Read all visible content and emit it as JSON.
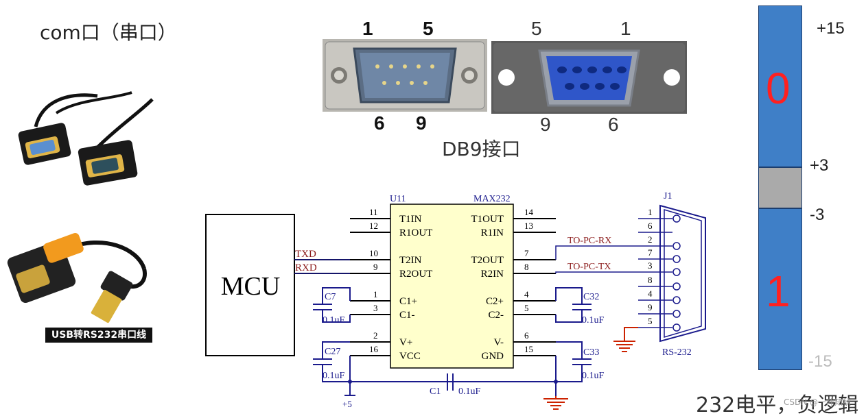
{
  "title": "com口（串口）",
  "db9": {
    "male_pins": {
      "tl": "1",
      "tr": "5",
      "bl": "6",
      "br": "9"
    },
    "female_pins": {
      "tl": "5",
      "tr": "1",
      "bl": "9",
      "br": "6"
    },
    "label": "DB9接口"
  },
  "usb_caption": "USB转RS232串口线",
  "schematic": {
    "mcu": "MCU",
    "chip_ref": "U11",
    "chip_name": "MAX232",
    "left_pins": [
      {
        "num": "11",
        "name": "T1IN"
      },
      {
        "num": "12",
        "name": "R1OUT"
      },
      {
        "num": "10",
        "name": "T2IN"
      },
      {
        "num": "9",
        "name": "R2OUT"
      },
      {
        "num": "1",
        "name": "C1+"
      },
      {
        "num": "3",
        "name": "C1-"
      },
      {
        "num": "2",
        "name": "V+"
      },
      {
        "num": "16",
        "name": "VCC"
      }
    ],
    "right_pins": [
      {
        "num": "14",
        "name": "T1OUT"
      },
      {
        "num": "13",
        "name": "R1IN"
      },
      {
        "num": "7",
        "name": "T2OUT"
      },
      {
        "num": "8",
        "name": "R2IN"
      },
      {
        "num": "4",
        "name": "C2+"
      },
      {
        "num": "5",
        "name": "C2-"
      },
      {
        "num": "6",
        "name": "V-"
      },
      {
        "num": "15",
        "name": "GND"
      }
    ],
    "txd": "TXD",
    "rxd": "RXD",
    "to_pc_rx": "TO-PC-RX",
    "to_pc_tx": "TO-PC-TX",
    "caps": [
      {
        "ref": "C7",
        "value": "0.1uF"
      },
      {
        "ref": "C27",
        "value": "0.1uF"
      },
      {
        "ref": "C32",
        "value": "0.1uF"
      },
      {
        "ref": "C33",
        "value": "0.1uF"
      },
      {
        "ref": "C1",
        "value": "0.1uF"
      }
    ],
    "supply": "+5",
    "connector_ref": "J1",
    "connector_name": "RS-232",
    "connector_pins": [
      "1",
      "6",
      "2",
      "7",
      "3",
      "8",
      "4",
      "9",
      "5"
    ]
  },
  "levels": {
    "top": "+15",
    "upper_threshold": "+3",
    "lower_threshold": "-3",
    "bottom": "-15",
    "zero_label": "0",
    "one_label": "1",
    "band_color": "#3f7fc7",
    "middle_color": "#aaaaaa",
    "digit_color": "#ff2020"
  },
  "note": "232电平，负逻辑",
  "watermark": "CSDN @一叶知秋"
}
